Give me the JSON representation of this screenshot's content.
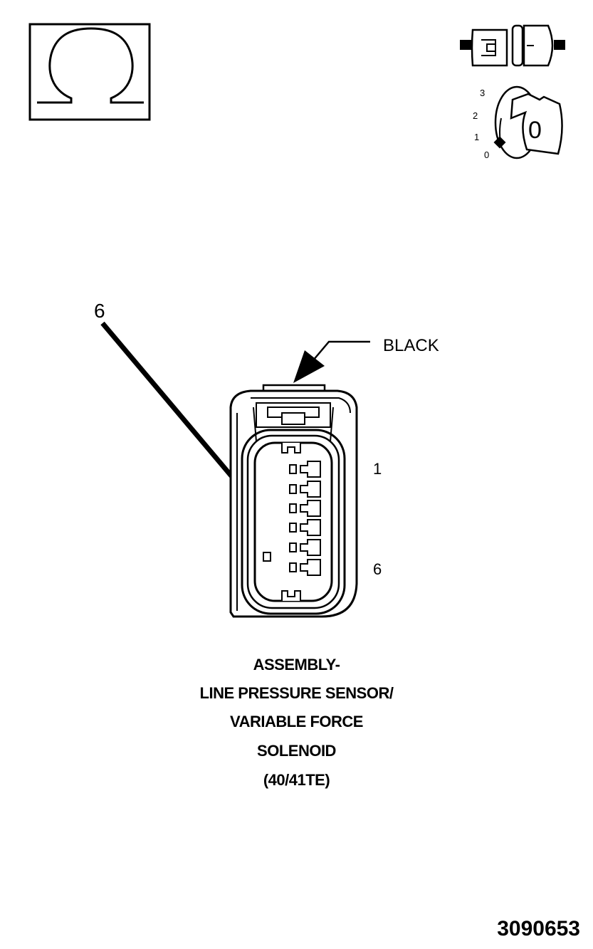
{
  "icons": {
    "ohmmeter": "omega-ohm-icon",
    "connector": "disconnected-connector-icon",
    "ignition": "ignition-key-off-icon"
  },
  "ignition_positions": [
    "3",
    "2",
    "1",
    "0"
  ],
  "ignition_key_label": "0",
  "callout": {
    "pin_label": "6",
    "color_label": "BLACK"
  },
  "pin_numbers": {
    "first": "1",
    "last": "6"
  },
  "title_lines": [
    "ASSEMBLY-",
    "LINE PRESSURE SENSOR/",
    "VARIABLE FORCE",
    "SOLENOID",
    "(40/41TE)"
  ],
  "figure_number": "3090653"
}
